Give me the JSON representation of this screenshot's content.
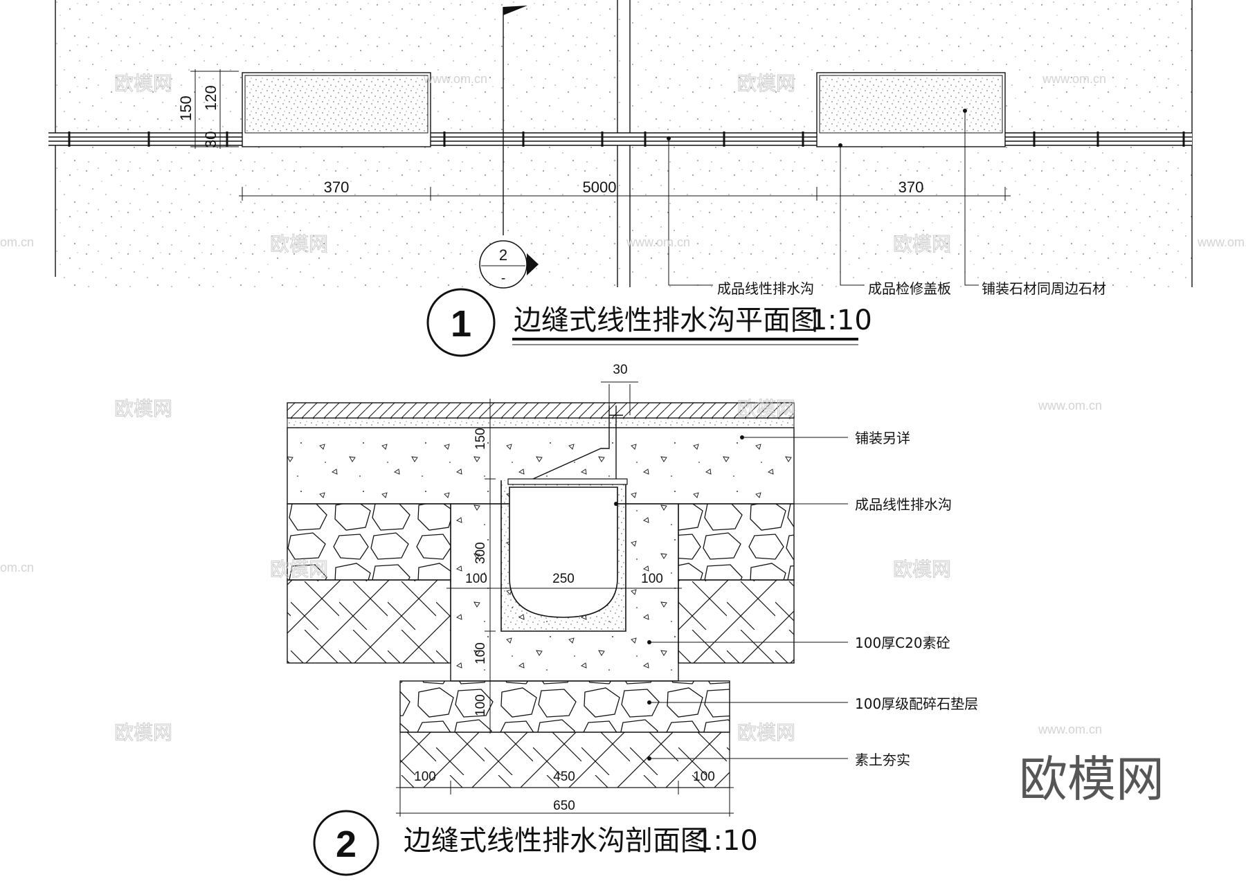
{
  "plan": {
    "dims": {
      "d150": "150",
      "d120": "120",
      "d30": "30",
      "left_370": "370",
      "span_5000": "5000",
      "right_370": "370"
    },
    "section_marker": {
      "number": "2",
      "sub": "-"
    },
    "callouts": {
      "drain": "成品线性排水沟",
      "cover": "成品检修盖板",
      "stone": "铺装石材同周边石材"
    },
    "title": {
      "number": "1",
      "text": "边缝式线性排水沟平面图",
      "scale": "1:10"
    }
  },
  "section": {
    "dims": {
      "top_30": "30",
      "d150": "150",
      "d300": "300",
      "d100_left": "100",
      "d250": "250",
      "d100_right": "100",
      "d100_conc": "100",
      "d100_gravel": "100",
      "b100_left": "100",
      "b450": "450",
      "b100_right": "100",
      "b650": "650"
    },
    "callouts": {
      "paving": "铺装另详",
      "drain": "成品线性排水沟",
      "concrete": "100厚C20素砼",
      "gravel": "100厚级配碎石垫层",
      "soil": "素土夯实"
    },
    "title": {
      "number": "2",
      "text": "边缝式线性排水沟剖面图",
      "scale": "1:10"
    }
  },
  "watermark": {
    "brand": "欧模网",
    "url": "www.om.cn",
    "site_suffix": "om.cn"
  }
}
